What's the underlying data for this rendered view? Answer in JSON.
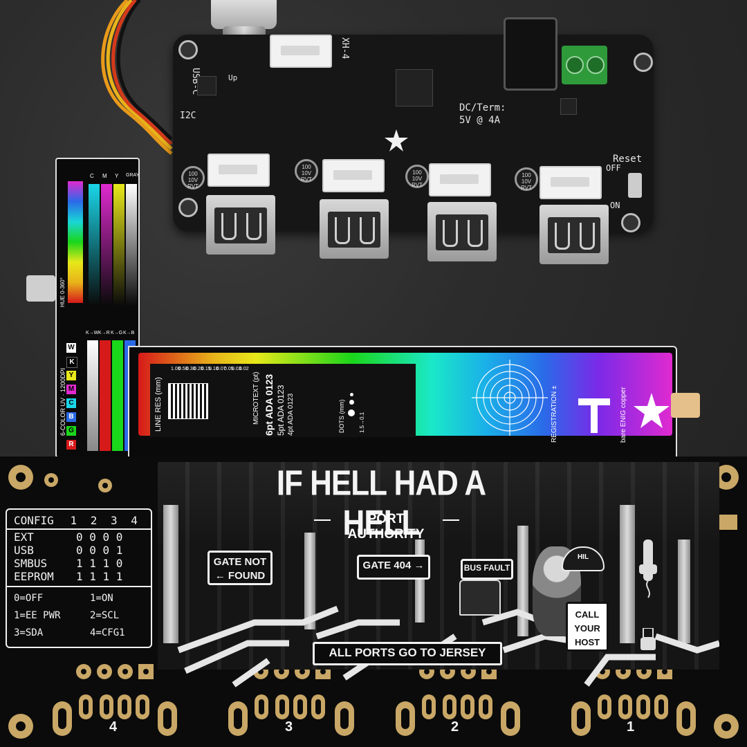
{
  "hub_board": {
    "usb_c_label": "USB-C",
    "usb_c_sub": "Up",
    "xh4_label": "XH-4",
    "i2c_label": "I2C",
    "dc_label": "DC/Term:",
    "dc_rating": "5V @ 4A",
    "reset_label": "Reset",
    "off_label": "OFF",
    "on_label": "ON",
    "cap_text": "100 10V RVT"
  },
  "coupon": {
    "channels_top": [
      "C",
      "M",
      "Y",
      "GRAY"
    ],
    "hue_label": "HUE 0-360°",
    "title": "6-COLOR UV · 1200DPI",
    "swatches": [
      "R",
      "G",
      "B",
      "C",
      "M",
      "Y",
      "K",
      "W"
    ],
    "k_labels": [
      "K→W",
      "K→R",
      "K→G",
      "K→B"
    ],
    "line_res_label": "LINE RES (mm)",
    "line_res_values": [
      "1.00",
      "0.50",
      "0.30",
      "0.20",
      "0.15",
      "0.10",
      "0.07",
      "0.05",
      "0.03",
      "0.02"
    ],
    "microtext_label": "MICROTEXT (pt)",
    "microtext_lines": [
      "6pt ADA 0123",
      "5pt ADA 0123",
      "4pt ADA 0123"
    ],
    "dots_label": "DOTS (mm)",
    "dots_range": "1.5→0.1",
    "registration_label": "REGISTRATION ±",
    "copper_label": "bare ENIG copper",
    "colors": {
      "panel": "#0a0a0a",
      "outline": "#e0e0e0"
    }
  },
  "pcb": {
    "config_table": {
      "header": [
        "CONFIG",
        "1",
        "2",
        "3",
        "4"
      ],
      "rows": [
        {
          "name": "EXT",
          "vals": "0 0 0 0"
        },
        {
          "name": "USB",
          "vals": "0 0 0 1"
        },
        {
          "name": "SMBUS",
          "vals": "1 1 1 0"
        },
        {
          "name": "EEPROM",
          "vals": "1 1 1 1"
        }
      ],
      "legend": [
        "0=OFF",
        "1=ON",
        "1=EE PWR",
        "2=SCL",
        "3=SDA",
        "4=CFG1"
      ]
    },
    "title": "IF HELL HAD A HELL",
    "subtitle": "PORT AUTHORITY",
    "signs": {
      "gate_not_found_1": "GATE NOT",
      "gate_not_found_2": "← FOUND",
      "gate_404": "GATE 404 →",
      "bus_fault": "BUS FAULT",
      "call_host_1": "CALL",
      "call_host_2": "YOUR",
      "call_host_3": "HOST",
      "hat": "HIL"
    },
    "banner": "ALL PORTS GO TO JERSEY",
    "port_numbers": [
      "4",
      "3",
      "2",
      "1"
    ],
    "colors": {
      "board": "#0b0b0b",
      "gold": "#c9a766",
      "silk": "#f2f2f2"
    }
  }
}
